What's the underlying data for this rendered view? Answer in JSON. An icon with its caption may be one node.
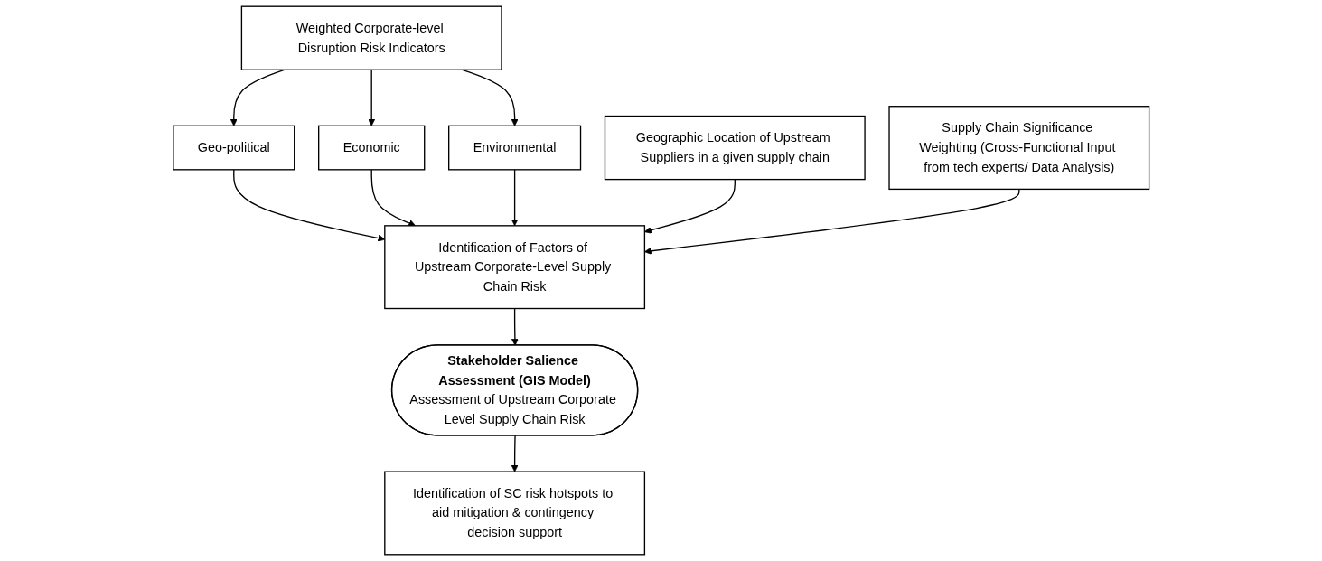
{
  "diagram": {
    "nodes": [
      {
        "text": [
          "Supply Chain Significance Weighting (Cross-Functional Input from tech experts/ Data Analysis)"
        ]
      },
      {
        "text": [
          "Weighted Corporate-level Disruption Risk Indicators"
        ]
      },
      {
        "text": [
          "Geographic Location of Upstream Suppliers in a given supply chain"
        ]
      },
      {
        "text": [
          "Geo-political"
        ]
      },
      {
        "text": [
          "Economic"
        ]
      },
      {
        "text": [
          "Environmental"
        ]
      },
      {
        "text": [
          "Identification of Factors of Upstream Corporate-Level Supply Chain Risk"
        ]
      },
      {
        "text": [
          "Stakeholder Salience Assessment (GIS Model)",
          "Assessment of Upstream Corporate Level Supply Chain Risk"
        ]
      },
      {
        "text": [
          "Identification of SC risk hotspots to aid mitigation & contingency decision support"
        ]
      }
    ],
    "edges": [
      {
        "from": 1,
        "to": 3,
        "arrow": "to"
      },
      {
        "from": 1,
        "to": 4,
        "arrow": "to"
      },
      {
        "from": 1,
        "to": 5,
        "arrow": "to"
      },
      {
        "from": 3,
        "to": 6,
        "arrow": "to"
      },
      {
        "from": 4,
        "to": 6,
        "arrow": "to"
      },
      {
        "from": 5,
        "to": 6,
        "arrow": "to"
      },
      {
        "from": 2,
        "to": 6,
        "arrow": "to"
      },
      {
        "from": 0,
        "to": 6,
        "arrow": "to"
      },
      {
        "from": 6,
        "to": 7,
        "arrow": "to"
      },
      {
        "from": 7,
        "to": 8,
        "arrow": "to"
      }
    ]
  }
}
